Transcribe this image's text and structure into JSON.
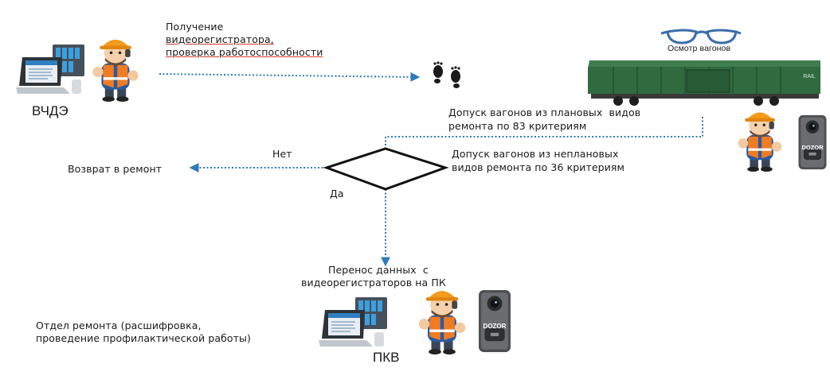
{
  "nodes": {
    "vchde": {
      "label": "ВЧДЭ",
      "step_line1": "Получение",
      "step_line2": "видеорегистратора,",
      "step_line3": "проверка работоспособности"
    },
    "inspection": {
      "label": "Осмотр вагонов",
      "wagon_marking": "RAIL"
    },
    "admission": {
      "planned_line1": "Допуск вагонов из плановых  видов",
      "planned_line2": "ремонта по 83 критериям",
      "unplanned_line1": "Допуск вагонов из неплановых",
      "unplanned_line2": "видов ремонта по 36 критериям"
    },
    "decision": {
      "no": "Нет",
      "yes": "Да"
    },
    "return": {
      "label": "Возврат в ремонт"
    },
    "transfer": {
      "line1": "Перенос данных  с",
      "line2": "видеорегистраторов на ПК"
    },
    "pkv": {
      "label": "ПКВ",
      "dept_line1": "Отдел ремонта (расшифровка,",
      "dept_line2": "проведение профилактической работы)"
    },
    "device": {
      "brand": "DOZOR"
    }
  },
  "icons": {
    "computer": "computer-monitor-icon",
    "worker": "railway-worker-icon",
    "footprints": "footprints-icon",
    "glasses": "eyeglasses-icon",
    "wagon": "freight-wagon-icon",
    "recorder": "body-camera-icon"
  },
  "colors": {
    "arrow": "#2e7bb8",
    "wagon": "#2f6b3f",
    "worker_vest": "#f07c22",
    "worker_helmet": "#f59a1b",
    "underline": "#d23b2a"
  }
}
